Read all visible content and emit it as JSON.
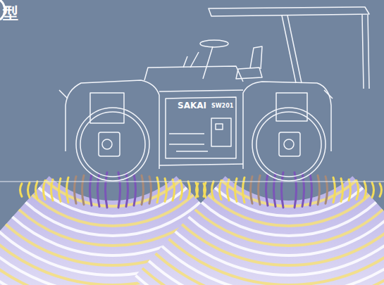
{
  "diagram": {
    "labels": [
      "型",
      "SAKAI",
      "SW201"
    ]
  }
}
